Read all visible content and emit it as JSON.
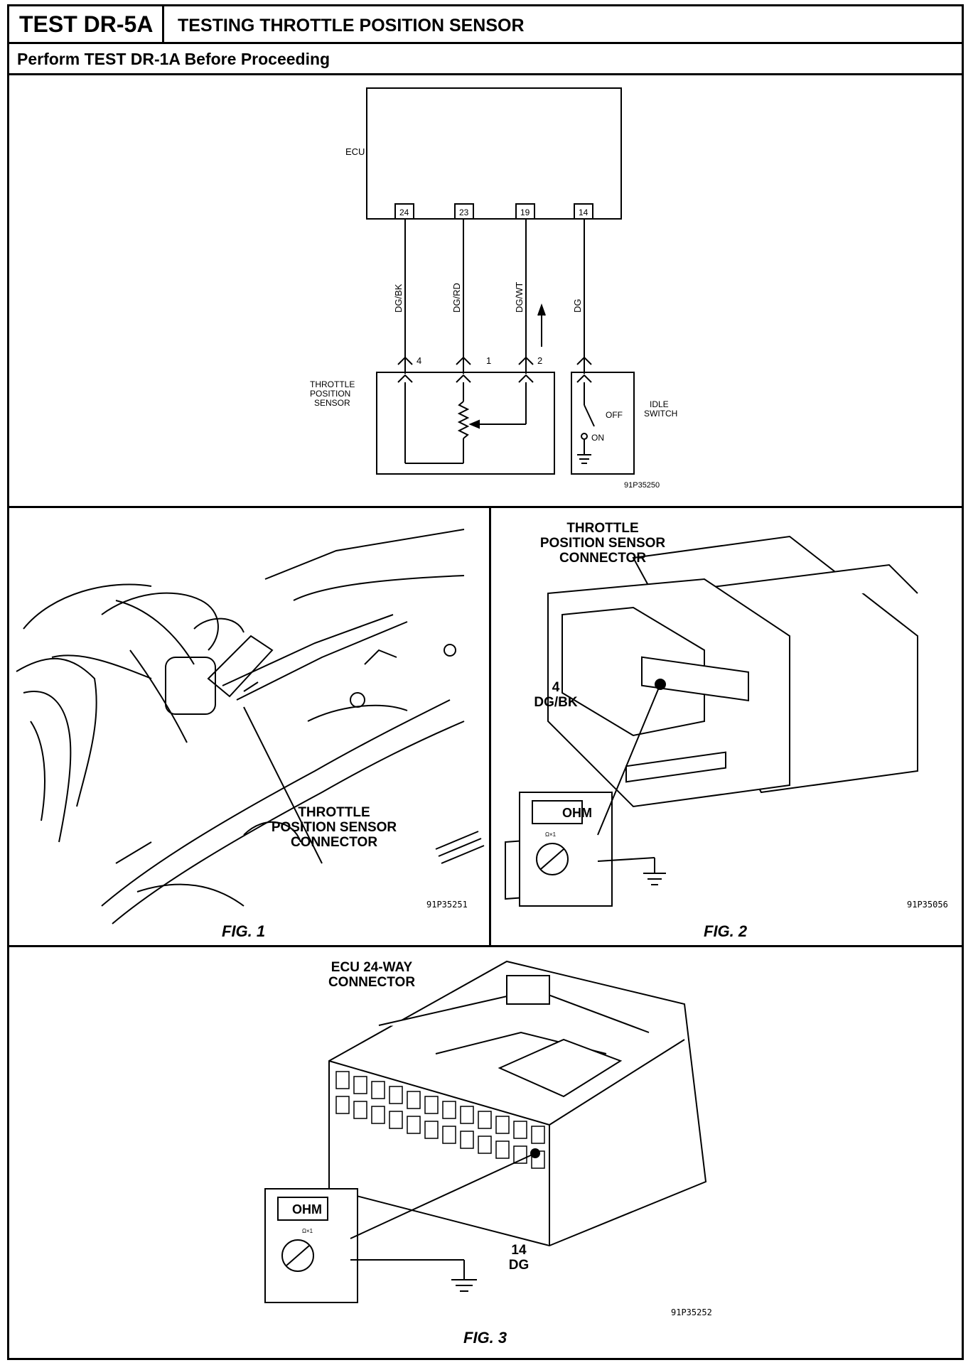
{
  "header": {
    "test_id": "TEST DR-5A",
    "title": "TESTING THROTTLE POSITION SENSOR",
    "prerequisite": "Perform TEST DR-1A Before Proceeding"
  },
  "schematic": {
    "ecu_label": "ECU",
    "ecu_pins": [
      "24",
      "23",
      "19",
      "14"
    ],
    "wire_colors": [
      "DG/BK",
      "DG/RD",
      "DG/WT",
      "DG"
    ],
    "sensor_pins": [
      "4",
      "1",
      "2"
    ],
    "sensor_label": [
      "THROTTLE",
      "POSITION",
      "SENSOR"
    ],
    "idle_switch_label": [
      "IDLE",
      "SWITCH"
    ],
    "switch_off": "OFF",
    "switch_on": "ON",
    "code": "91P35250"
  },
  "fig1": {
    "label": [
      "THROTTLE",
      "POSITION SENSOR",
      "CONNECTOR"
    ],
    "code": "91P35251",
    "caption": "FIG. 1"
  },
  "fig2": {
    "label": [
      "THROTTLE",
      "POSITION SENSOR",
      "CONNECTOR"
    ],
    "pin_label": [
      "4",
      "DG/BK"
    ],
    "meter": "OHM",
    "range": "Ω×1",
    "code": "91P35056",
    "caption": "FIG. 2"
  },
  "fig3": {
    "label": [
      "ECU 24-WAY",
      "CONNECTOR"
    ],
    "pin_label": [
      "14",
      "DG"
    ],
    "meter": "OHM",
    "range": "Ω×1",
    "code": "91P35252",
    "caption": "FIG. 3"
  }
}
